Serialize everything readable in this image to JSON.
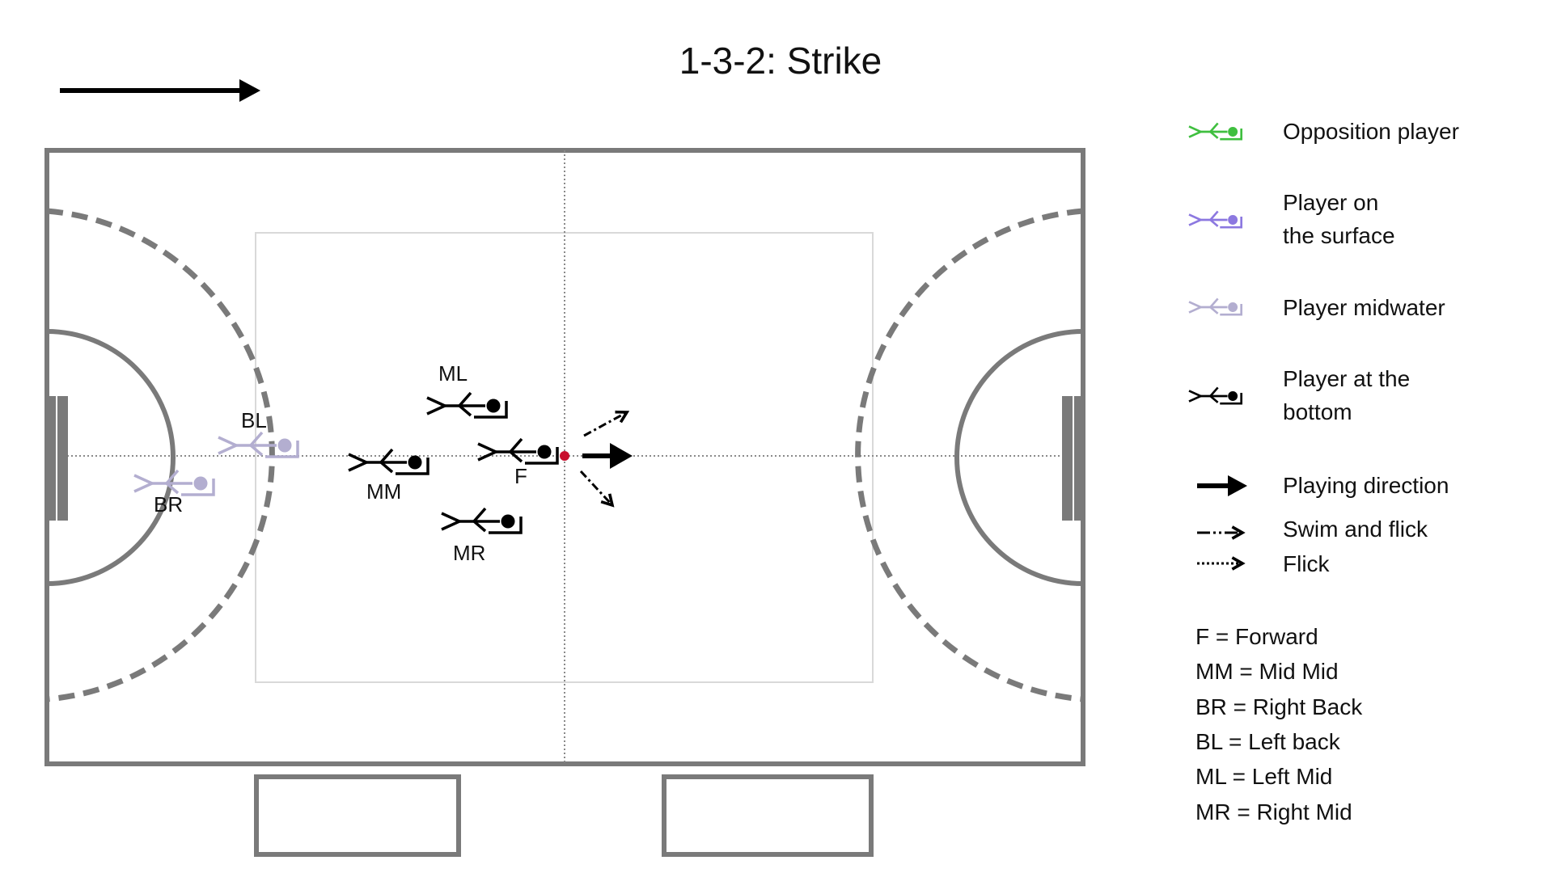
{
  "title": "1-3-2: Strike",
  "colors": {
    "court_line": "#7a7a7a",
    "zone_line": "#d9d9d9",
    "opposition": "#3fbf3f",
    "surface": "#8c78e0",
    "midwater": "#b3aed0",
    "bottom": "#000000",
    "puck": "#c8102e"
  },
  "players": [
    {
      "id": "BR",
      "label": "BR",
      "state": "midwater"
    },
    {
      "id": "BL",
      "label": "BL",
      "state": "midwater"
    },
    {
      "id": "MM",
      "label": "MM",
      "state": "bottom"
    },
    {
      "id": "ML",
      "label": "ML",
      "state": "bottom"
    },
    {
      "id": "F",
      "label": "F",
      "state": "bottom"
    },
    {
      "id": "MR",
      "label": "MR",
      "state": "bottom"
    }
  ],
  "legend": {
    "items": [
      {
        "icon": "opposition-player-icon",
        "lines": [
          "Opposition player"
        ]
      },
      {
        "icon": "surface-player-icon",
        "lines": [
          "Player on",
          "the surface"
        ]
      },
      {
        "icon": "midwater-player-icon",
        "lines": [
          "Player midwater"
        ]
      },
      {
        "icon": "bottom-player-icon",
        "lines": [
          "Player at the",
          "bottom"
        ]
      },
      {
        "icon": "playing-direction-arrow-icon",
        "lines": [
          "Playing direction"
        ]
      },
      {
        "icon": "swim-and-flick-arrow-icon",
        "lines": [
          "Swim and flick"
        ]
      },
      {
        "icon": "flick-arrow-icon",
        "lines": [
          "Flick"
        ]
      }
    ]
  },
  "key": [
    "F = Forward",
    "MM = Mid Mid",
    "BR = Right Back",
    "BL = Left back",
    "ML = Left Mid",
    "MR = Right Mid"
  ]
}
